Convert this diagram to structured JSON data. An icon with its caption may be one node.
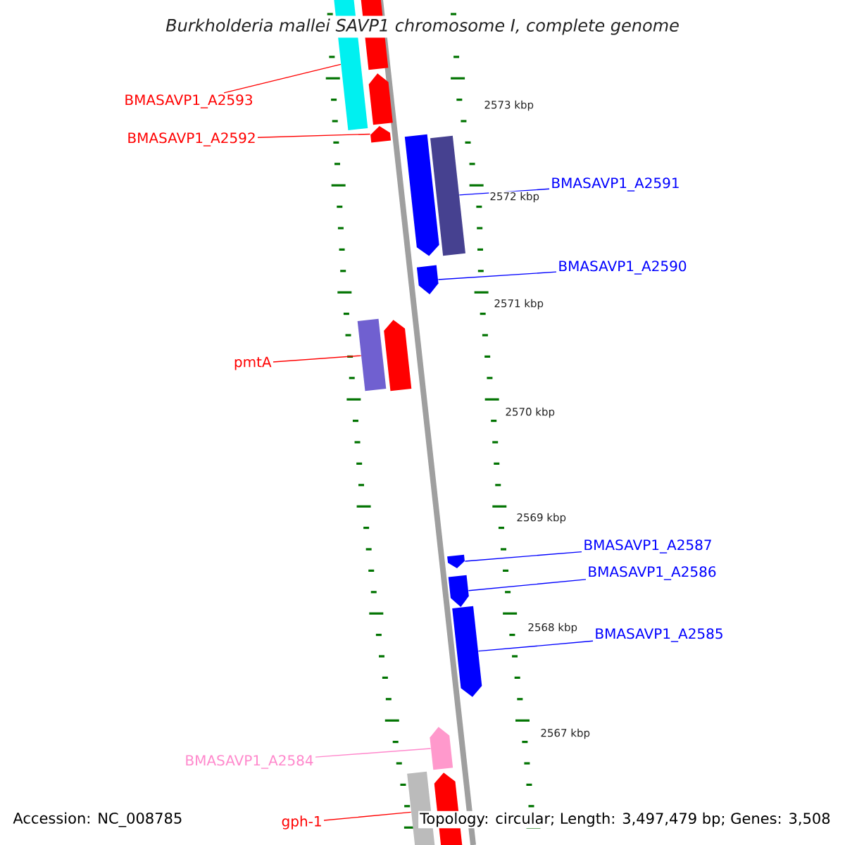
{
  "diagram": {
    "title": "Burkholderia mallei SAVP1 chromosome I, complete genome",
    "nodes": [
      {
        "text": [
          "BMASAVP1_A2593"
        ]
      },
      {
        "text": [
          "BMASAVP1_A2592"
        ]
      },
      {
        "text": [
          "BMASAVP1_A2591"
        ]
      },
      {
        "text": [
          "BMASAVP1_A2590"
        ]
      },
      {
        "text": [
          "pmtA"
        ]
      },
      {
        "text": [
          "BMASAVP1_A2587"
        ]
      },
      {
        "text": [
          "BMASAVP1_A2586"
        ]
      },
      {
        "text": [
          "BMASAVP1_A2585"
        ]
      },
      {
        "text": [
          "BMASAVP1_A2584"
        ]
      },
      {
        "text": [
          "gph-1"
        ]
      },
      {
        "text": [],
        "shape": "bar"
      },
      {
        "text": [],
        "shape": "bar"
      },
      {
        "text": [],
        "shape": "bar"
      },
      {
        "text": [],
        "shape": "bar"
      },
      {
        "text": [],
        "shape": "bar"
      },
      {
        "text": [],
        "shape": "bar"
      },
      {
        "text": [],
        "shape": "bar"
      },
      {
        "text": [],
        "shape": "bar"
      },
      {
        "text": [],
        "shape": "bar"
      },
      {
        "text": [],
        "shape": "bar"
      },
      {
        "text": [],
        "shape": "bar"
      },
      {
        "text": [],
        "shape": "bar"
      },
      {
        "text": [],
        "shape": "bar"
      },
      {
        "text": [],
        "shape": "bar"
      },
      {
        "text": [],
        "shape": "bar"
      }
    ],
    "edges": [
      {
        "from": 0,
        "to": 10,
        "arrow": "none",
        "color": "#ff0000"
      },
      {
        "from": 1,
        "to": 13,
        "arrow": "none",
        "color": "#ff0000"
      },
      {
        "from": 2,
        "to": 15,
        "arrow": "none"
      },
      {
        "from": 3,
        "to": 16,
        "arrow": "none"
      },
      {
        "from": 4,
        "to": 17,
        "arrow": "none",
        "color": "#ff0000"
      },
      {
        "from": 5,
        "to": 19,
        "arrow": "none"
      },
      {
        "from": 6,
        "to": 20,
        "arrow": "none"
      },
      {
        "from": 7,
        "to": 21,
        "arrow": "none"
      },
      {
        "from": 8,
        "to": 22,
        "arrow": "none",
        "color": "#ff88cc"
      },
      {
        "from": 9,
        "to": 23,
        "arrow": "none",
        "color": "#ff0000"
      }
    ],
    "labels": [
      "2573 kbp",
      "2572 kbp",
      "2571 kbp",
      "2570 kbp",
      "2569 kbp",
      "2568 kbp",
      "2567 kbp",
      "Accession: NC_008785",
      "Topology: circular; Length: 3,497,479 bp; Genes: 3,508"
    ]
  }
}
